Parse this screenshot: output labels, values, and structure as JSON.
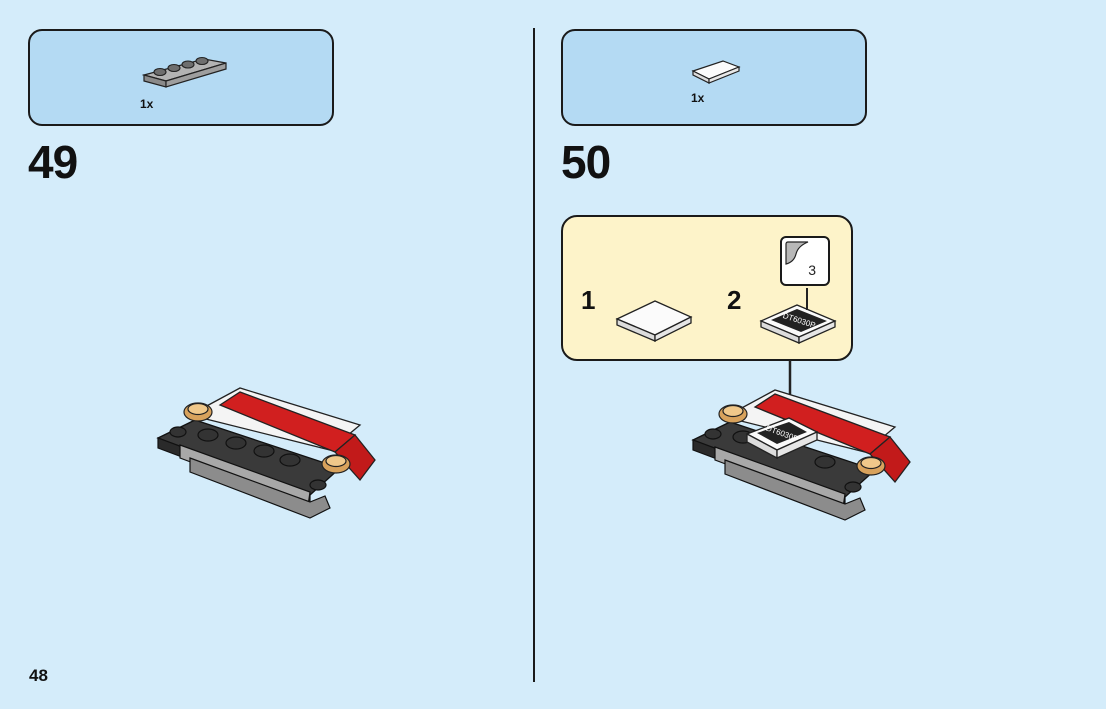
{
  "page": {
    "number": "48"
  },
  "step49": {
    "number": "49",
    "parts": {
      "quantity": "1x",
      "part_icon": "grey-plate-1x4-icon"
    }
  },
  "step50": {
    "number": "50",
    "parts": {
      "quantity": "1x",
      "part_icon": "white-tile-1x2-icon"
    },
    "callout": {
      "substep1": "1",
      "substep2": "2",
      "sticker_sheet_number": "3",
      "sticker_text": "DT6030P"
    }
  },
  "colors": {
    "background": "#d4ecfa",
    "parts_box": "#b4daf3",
    "callout": "#fdf3c9",
    "brick_red": "#d11f1f",
    "brick_dark": "#3a3a3a",
    "brick_grey": "#8c8c8c",
    "light_gold": "#d8a25c"
  }
}
